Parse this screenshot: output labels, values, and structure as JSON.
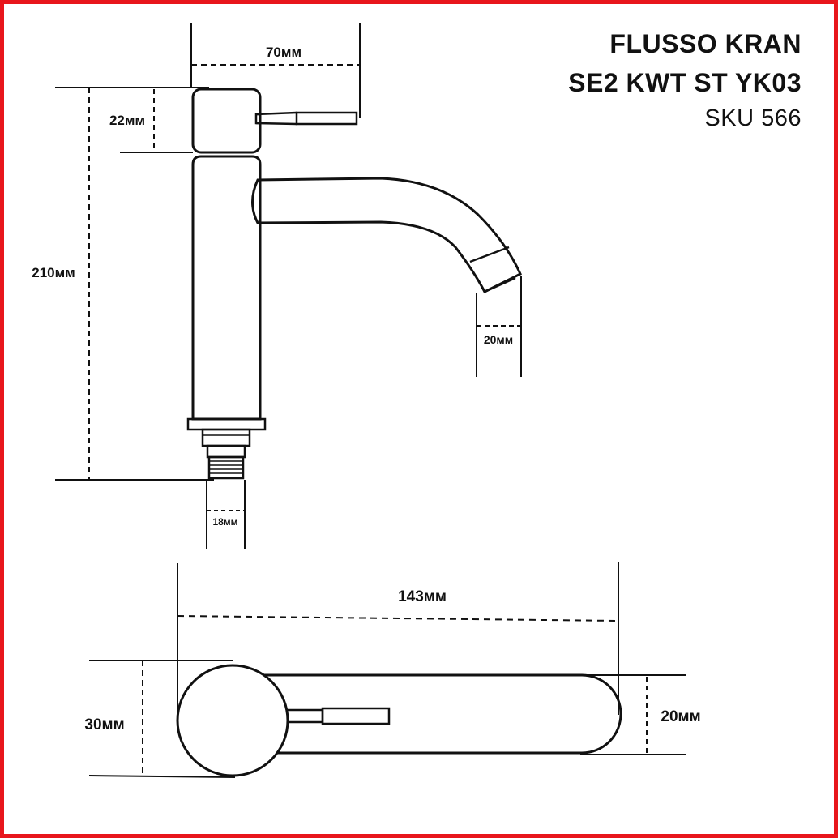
{
  "title": {
    "line1": "FLUSSO KRAN",
    "line2": "SE2 KWT ST YK03",
    "sku": "SKU 566"
  },
  "dimensions": {
    "top_width": "70мм",
    "handle_height": "22мм",
    "total_height": "210мм",
    "spout_outlet": "20мм",
    "thread": "18мм",
    "length": "143мм",
    "base_diameter": "30мм",
    "spout_width": "20мм"
  },
  "colors": {
    "frame": "#e8161c",
    "lines": "#111111"
  }
}
